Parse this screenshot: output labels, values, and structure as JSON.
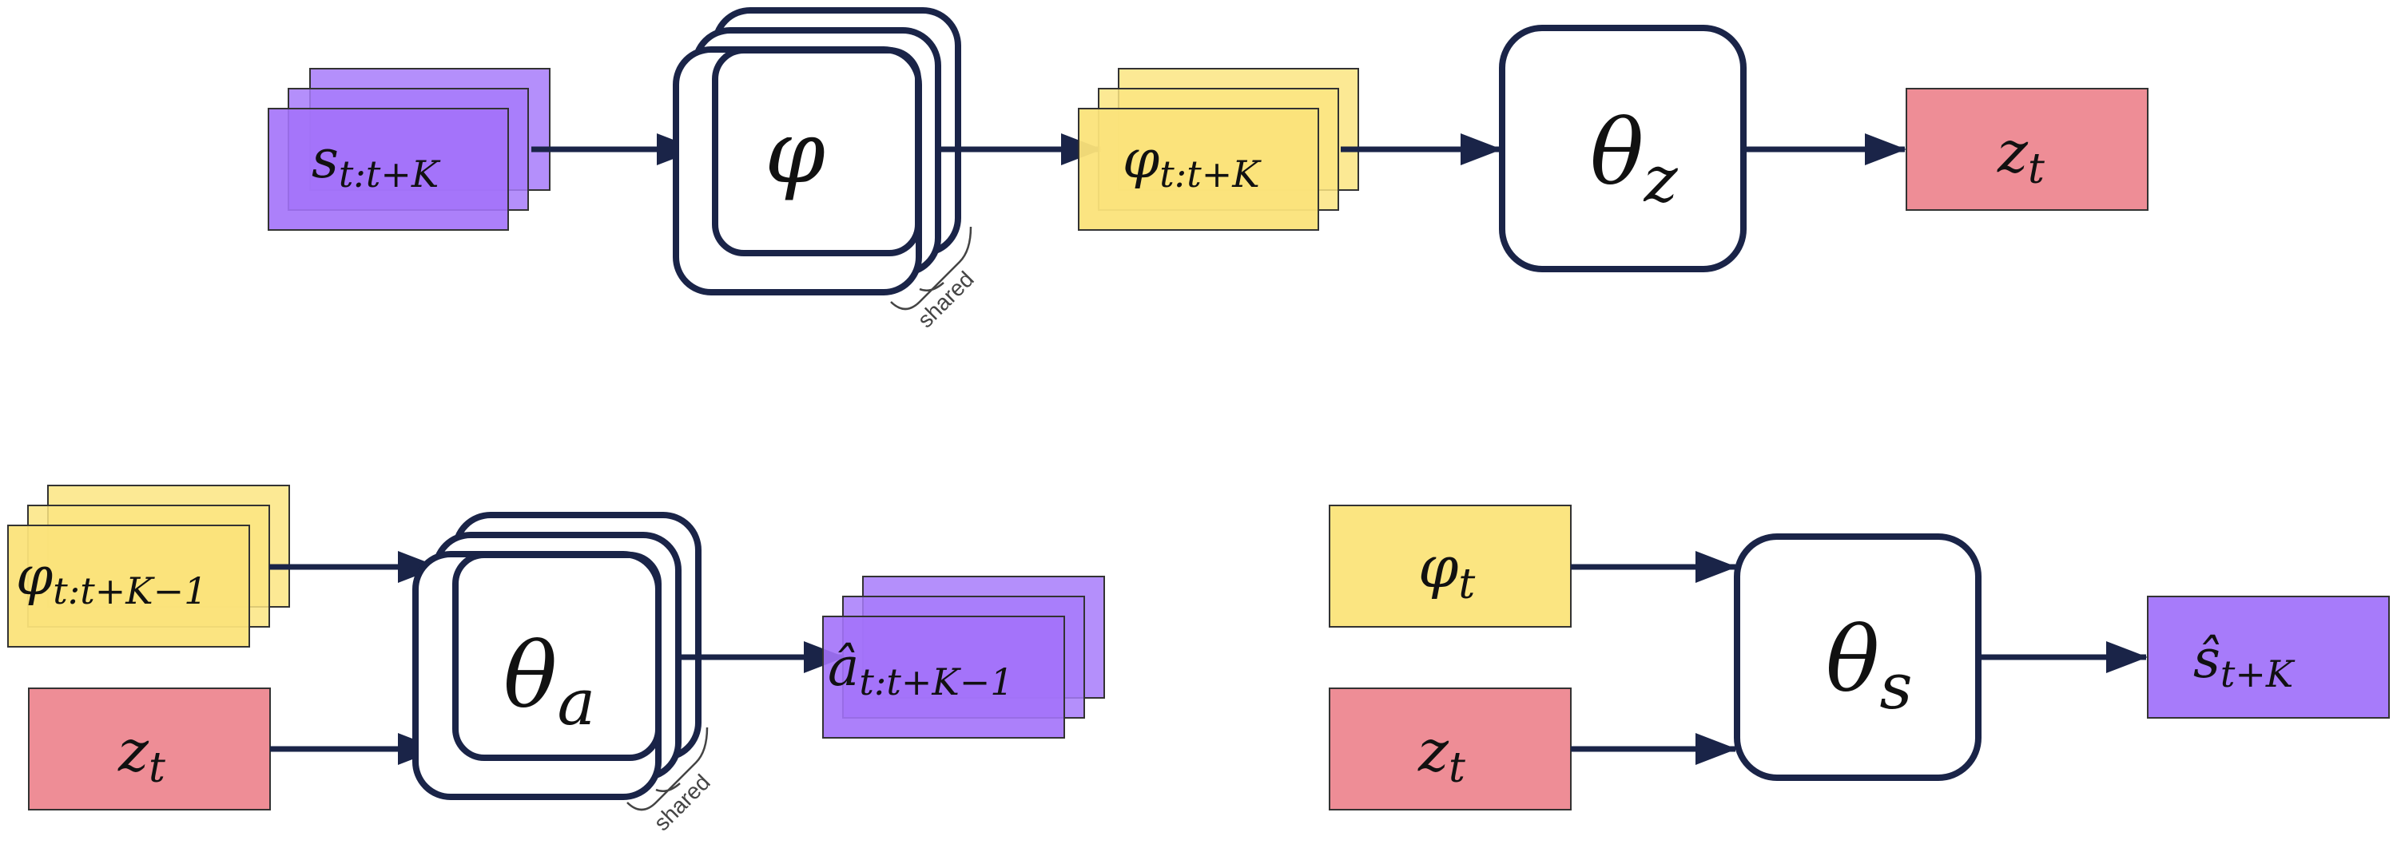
{
  "colors": {
    "state": "#a77bfa",
    "state_fill": "#a372f9",
    "embedding": "#fbe581",
    "latent": "#ee8d96",
    "network_stroke": "#1a2448",
    "arrow": "#1a2448",
    "box_stroke": "#333333"
  },
  "top": {
    "input": {
      "base": "s",
      "subscript": "t:t+K"
    },
    "encoder": {
      "symbol": "φ",
      "annotation": "shared"
    },
    "embeddings": {
      "base": "φ",
      "subscript": "t:t+K"
    },
    "latent_net": {
      "base": "θ",
      "subscript": "z"
    },
    "output": {
      "base": "z",
      "subscript": "t"
    }
  },
  "bottom_left": {
    "input_embeddings": {
      "base": "φ",
      "subscript": "t:t+K−1"
    },
    "input_latent": {
      "base": "z",
      "subscript": "t"
    },
    "action_net": {
      "base": "θ",
      "subscript": "a",
      "annotation": "shared"
    },
    "output": {
      "base": "â",
      "subscript": "t:t+K−1"
    }
  },
  "bottom_right": {
    "input_embedding": {
      "base": "φ",
      "subscript": "t"
    },
    "input_latent": {
      "base": "z",
      "subscript": "t"
    },
    "state_net": {
      "base": "θ",
      "subscript": "s"
    },
    "output": {
      "base": "ŝ",
      "subscript": "t+K"
    }
  }
}
